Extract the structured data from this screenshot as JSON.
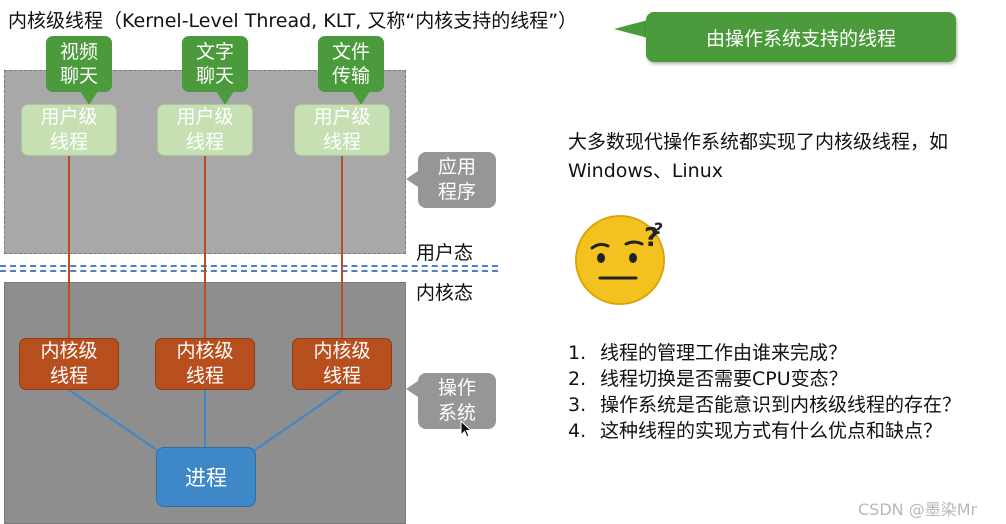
{
  "title": "内核级线程（Kernel-Level Thread, KLT, 又称“内核支持的线程”）",
  "callout": "由操作系统支持的线程",
  "apps": [
    {
      "label": "视频\n聊天"
    },
    {
      "label": "文字\n聊天"
    },
    {
      "label": "文件\n传输"
    }
  ],
  "user_threads": [
    "用户级\n线程",
    "用户级\n线程",
    "用户级\n线程"
  ],
  "kernel_threads": [
    "内核级\n线程",
    "内核级\n线程",
    "内核级\n线程"
  ],
  "process": "进程",
  "tags": {
    "app_program": "应用\n程序",
    "os": "操作\n系统"
  },
  "mode_labels": {
    "user_mode": "用户态",
    "kernel_mode": "内核态"
  },
  "intro": "大多数现代操作系统都实现了内核级线程，如Windows、Linux",
  "emoji": "thinking-face-icon",
  "questions": [
    {
      "num": "1.",
      "text": "线程的管理工作由谁来完成？"
    },
    {
      "num": "2.",
      "text": "线程切换是否需要CPU变态？"
    },
    {
      "num": "3.",
      "text": "操作系统是否能意识到内核级线程的存在？"
    },
    {
      "num": "4.",
      "text": "这种线程的实现方式有什么优点和缺点？"
    }
  ],
  "watermark": "CSDN @墨染Mr",
  "colors": {
    "green": "#4b9a3c",
    "light_green": "#c6e0b4",
    "kernel": "#b84f1e",
    "process": "#3f88c8",
    "gray": "#969696"
  }
}
